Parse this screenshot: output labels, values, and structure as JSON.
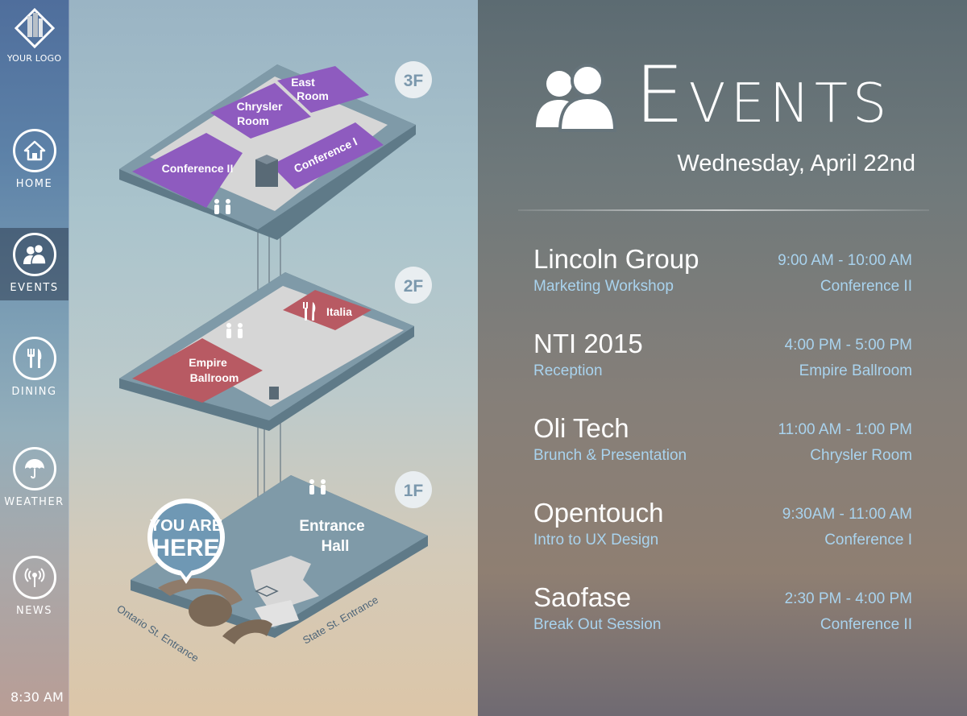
{
  "sidebar": {
    "logo_text": "YOUR LOGO",
    "items": [
      {
        "label": "HOME",
        "icon": "home-icon"
      },
      {
        "label": "EVENTS",
        "icon": "people-icon",
        "active": true
      },
      {
        "label": "DINING",
        "icon": "fork-knife-icon"
      },
      {
        "label": "WEATHER",
        "icon": "umbrella-icon"
      },
      {
        "label": "NEWS",
        "icon": "broadcast-icon"
      }
    ],
    "clock": "8:30 AM"
  },
  "map": {
    "floors": {
      "f3": {
        "badge": "3F",
        "rooms": [
          "East",
          "Room",
          "Chrysler",
          "Room",
          "Conference II",
          "Conference I"
        ]
      },
      "f2": {
        "badge": "2F",
        "rooms": [
          "Italia",
          "Empire",
          "Ballroom"
        ]
      },
      "f1": {
        "badge": "1F",
        "rooms": [
          "Entrance",
          "Hall"
        ]
      }
    },
    "you_are_here": [
      "YOU ARE",
      "HERE"
    ],
    "entrances": [
      "Ontario St. Entrance",
      "State St. Entrance"
    ]
  },
  "events_panel": {
    "title": "Events",
    "date": "Wednesday, April 22nd",
    "events": [
      {
        "name": "Lincoln Group",
        "description": "Marketing Workshop",
        "time": "9:00 AM - 10:00 AM",
        "room": "Conference II"
      },
      {
        "name": "NTI 2015",
        "description": "Reception",
        "time": "4:00 PM - 5:00 PM",
        "room": "Empire Ballroom"
      },
      {
        "name": "Oli Tech",
        "description": "Brunch & Presentation",
        "time": "11:00 AM - 1:00 PM",
        "room": "Chrysler Room"
      },
      {
        "name": "Opentouch",
        "description": "Intro to UX Design",
        "time": "9:30AM - 11:00 AM",
        "room": "Conference I"
      },
      {
        "name": "Saofase",
        "description": "Break Out Session",
        "time": "2:30 PM - 4:00 PM",
        "room": "Conference II"
      }
    ]
  },
  "colors": {
    "accent_text": "#a9d3ee",
    "floor_top": "#7f9aa8",
    "floor_side": "#5f7a88",
    "purple_room": "#8e5bbf",
    "red_room": "#b85a63",
    "corridor": "#d6d6d6"
  }
}
